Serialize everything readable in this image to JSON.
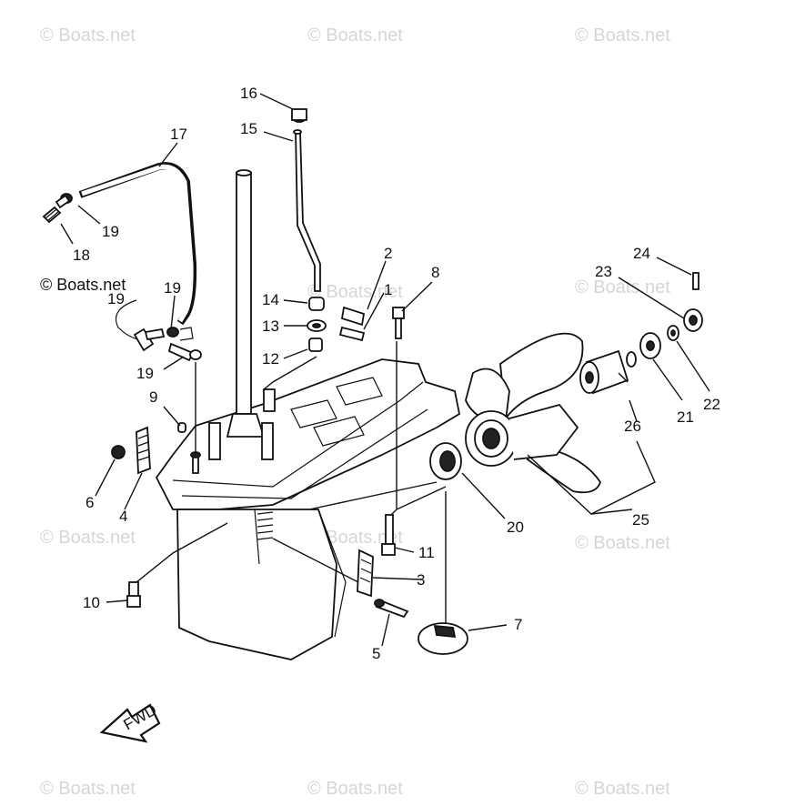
{
  "watermark": "© Boats.net",
  "inline_watermark": "© Boats.net",
  "fwd_label": "FWD",
  "callouts": [
    "1",
    "2",
    "3",
    "4",
    "5",
    "6",
    "7",
    "8",
    "9",
    "10",
    "11",
    "12",
    "13",
    "14",
    "15",
    "16",
    "17",
    "18",
    "19",
    "19",
    "19",
    "19",
    "20",
    "21",
    "22",
    "23",
    "24",
    "25",
    "26"
  ]
}
